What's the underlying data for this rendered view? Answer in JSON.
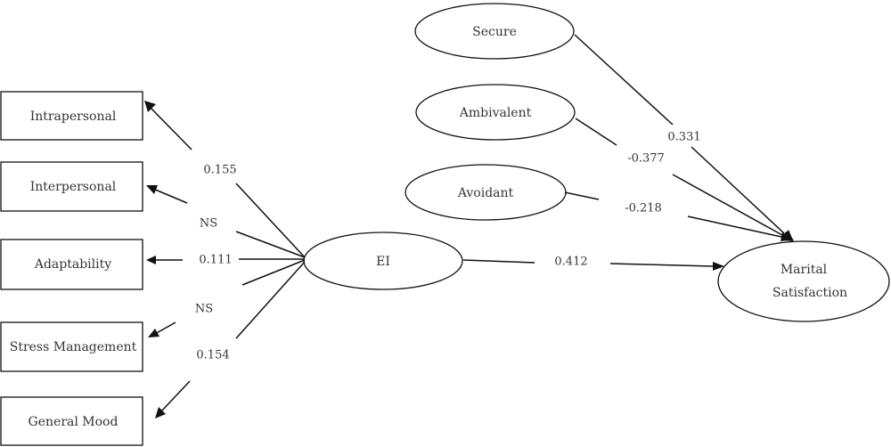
{
  "nodes": {
    "intrapersonal": "Intrapersonal",
    "interpersonal": "Interpersonal",
    "adaptability": "Adaptability",
    "stress_management": "Stress Management",
    "general_mood": "General Mood",
    "ei": "EI",
    "secure": "Secure",
    "ambivalent": "Ambivalent",
    "avoidant": "Avoidant",
    "marital_satisfaction_line1": "Marital",
    "marital_satisfaction_line2": "Satisfaction"
  },
  "coefficients": {
    "ei_intrapersonal": "0.155",
    "ei_interpersonal": "NS",
    "ei_adaptability": "0.111",
    "ei_stress_management": "NS",
    "ei_general_mood": "0.154",
    "ei_marital_satisfaction": "0.412",
    "secure_marital_satisfaction": "0.331",
    "ambivalent_marital_satisfaction": "-0.377",
    "avoidant_marital_satisfaction": "-0.218"
  }
}
